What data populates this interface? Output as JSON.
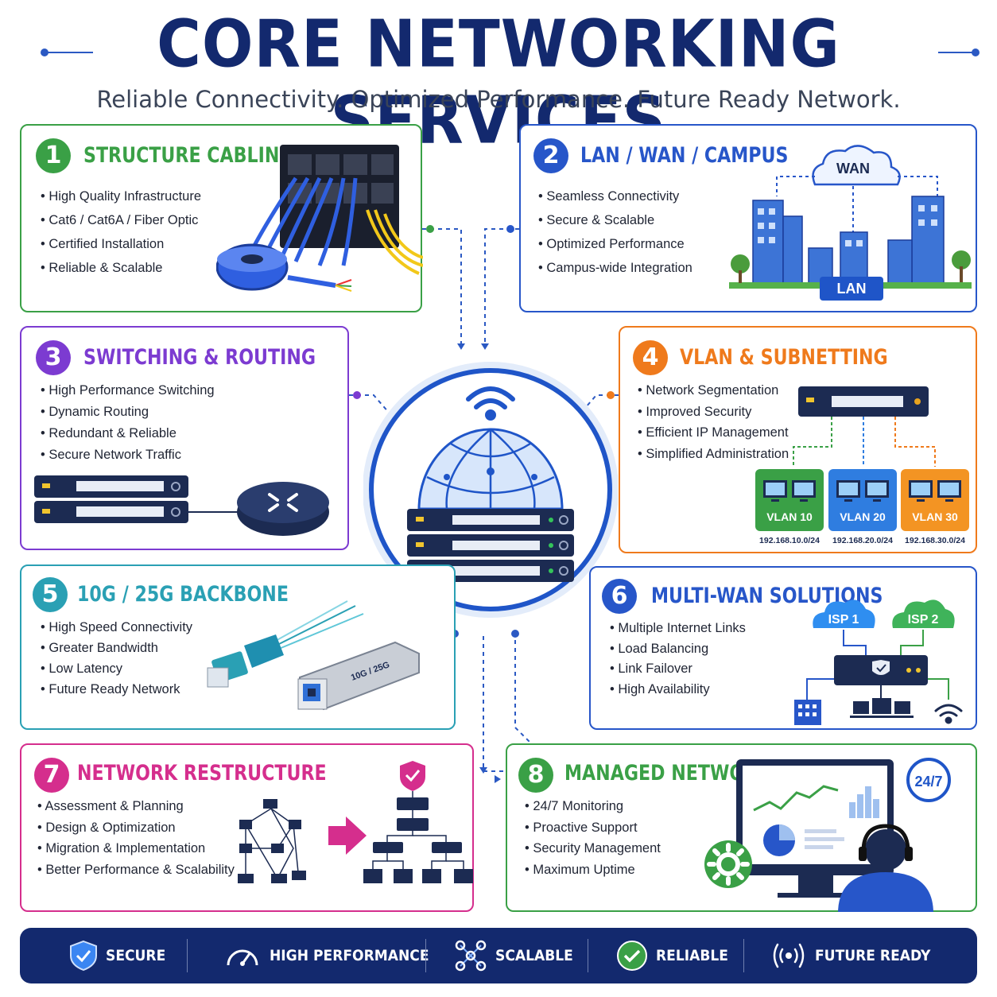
{
  "header": {
    "title": "CORE NETWORKING SERVICES",
    "subtitle": "Reliable Connectivity. Optimized Performance. Future Ready Network."
  },
  "cards": [
    {
      "number": "1",
      "title": "STRUCTURE CABLING",
      "color": "#3aa046",
      "bullets": [
        "High Quality Infrastructure",
        "Cat6 / Cat6A / Fiber Optic",
        "Certified Installation",
        "Reliable & Scalable"
      ]
    },
    {
      "number": "2",
      "title": "LAN / WAN / CAMPUS",
      "color": "#2756c9",
      "bullets": [
        "Seamless Connectivity",
        "Secure & Scalable",
        "Optimized Performance",
        "Campus-wide Integration"
      ],
      "wan_label": "WAN",
      "lan_label": "LAN"
    },
    {
      "number": "3",
      "title": "SWITCHING & ROUTING",
      "color": "#7c3bd1",
      "bullets": [
        "High Performance Switching",
        "Dynamic Routing",
        "Redundant & Reliable",
        "Secure Network Traffic"
      ]
    },
    {
      "number": "4",
      "title": "VLAN & SUBNETTING",
      "color": "#ef7a1c",
      "bullets": [
        "Network Segmentation",
        "Improved Security",
        "Efficient IP Management",
        "Simplified Administration"
      ],
      "vlans": [
        {
          "name": "VLAN 10",
          "subnet": "192.168.10.0/24",
          "color": "#3aa046"
        },
        {
          "name": "VLAN 20",
          "subnet": "192.168.20.0/24",
          "color": "#2f7de0"
        },
        {
          "name": "VLAN 30",
          "subnet": "192.168.30.0/24",
          "color": "#f39423"
        }
      ]
    },
    {
      "number": "5",
      "title": "10G / 25G BACKBONE",
      "color": "#2aa0b4",
      "bullets": [
        "High Speed Connectivity",
        "Greater Bandwidth",
        "Low Latency",
        "Future Ready Network"
      ],
      "module_label": "10G / 25G"
    },
    {
      "number": "6",
      "title": "MULTI-WAN SOLUTIONS",
      "color": "#2756c9",
      "bullets": [
        "Multiple Internet Links",
        "Load Balancing",
        "Link Failover",
        "High Availability"
      ],
      "isp1": "ISP 1",
      "isp2": "ISP 2"
    },
    {
      "number": "7",
      "title": "NETWORK RESTRUCTURE",
      "color": "#d52e8d",
      "bullets": [
        "Assessment & Planning",
        "Design & Optimization",
        "Migration & Implementation",
        "Better Performance & Scalability"
      ]
    },
    {
      "number": "8",
      "title": "MANAGED NETWORK",
      "color": "#3aa046",
      "bullets": [
        "24/7 Monitoring",
        "Proactive Support",
        "Security Management",
        "Maximum Uptime"
      ],
      "badge_247": "24/7"
    }
  ],
  "features": [
    {
      "label": "SECURE",
      "icon": "shield-check-icon"
    },
    {
      "label": "HIGH PERFORMANCE",
      "icon": "speedometer-icon"
    },
    {
      "label": "SCALABLE",
      "icon": "network-nodes-icon"
    },
    {
      "label": "RELIABLE",
      "icon": "check-circle-icon"
    },
    {
      "label": "FUTURE READY",
      "icon": "broadcast-icon"
    }
  ],
  "colors": {
    "navy": "#13296e",
    "accent": "#2b59c3"
  }
}
